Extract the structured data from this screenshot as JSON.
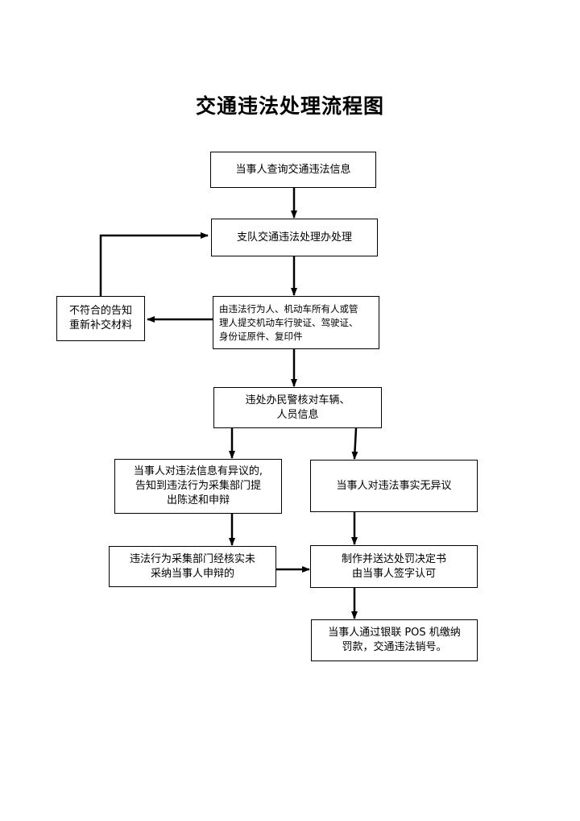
{
  "title": "交通违法处理流程图",
  "nodes": {
    "query": {
      "lines": [
        "当事人查询交通违法信息"
      ]
    },
    "office": {
      "lines": [
        "支队交通违法处理办处理"
      ]
    },
    "submit": {
      "lines": [
        "由违法行为人、机动车所有人或管",
        "理人提交机动车行驶证、驾驶证、",
        "身份证原件、复印件"
      ]
    },
    "inform": {
      "lines": [
        "不符合的告知",
        "重新补交材料"
      ]
    },
    "verify": {
      "lines": [
        "违处办民警核对车辆、",
        "人员信息"
      ]
    },
    "objection": {
      "lines": [
        "当事人对违法信息有异议的,",
        "告知到违法行为采集部门提",
        "出陈述和申辩"
      ]
    },
    "no_objection": {
      "lines": [
        "当事人对违法事实无异议"
      ]
    },
    "not_accepted": {
      "lines": [
        "违法行为采集部门经核实未",
        "采纳当事人申辩的"
      ]
    },
    "decision": {
      "lines": [
        "制作并送达处罚决定书",
        "由当事人签字认可"
      ]
    },
    "payment": {
      "lines": [
        "当事人通过银联 POS 机缴纳",
        "罚款，交通违法销号。"
      ]
    }
  }
}
